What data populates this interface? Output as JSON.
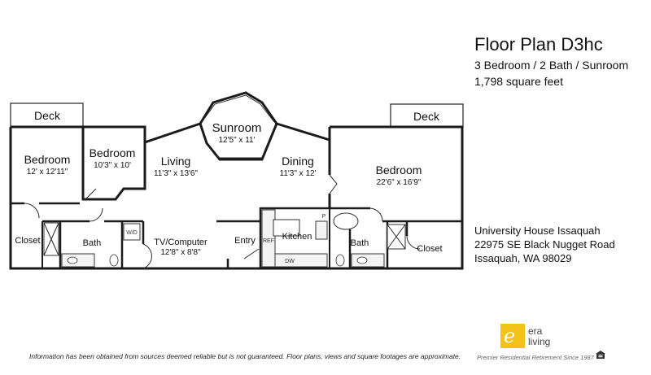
{
  "header": {
    "title": "Floor Plan D3hc",
    "subtitle": "3 Bedroom / 2 Bath / Sunroom",
    "area": "1,798 square feet"
  },
  "rooms": {
    "deck_left": "Deck",
    "deck_right": "Deck",
    "bedroom_left": {
      "name": "Bedroom",
      "dims": "12' x 12'11\""
    },
    "bedroom_mid": {
      "name": "Bedroom",
      "dims": "10'3\" x 10'"
    },
    "living": {
      "name": "Living",
      "dims": "11'3\" x 13'6\""
    },
    "sunroom": {
      "name": "Sunroom",
      "dims": "12'5\" x 11'"
    },
    "dining": {
      "name": "Dining",
      "dims": "11'3\" x 12'"
    },
    "bedroom_right": {
      "name": "Bedroom",
      "dims": "22'6\" x 16'9\""
    },
    "closet_left": "Closet",
    "bath_left": "Bath",
    "wd": "W/D",
    "tv_computer": {
      "name": "TV/Computer",
      "dims": "12'8\" x 8'8\""
    },
    "entry": "Entry",
    "kitchen": "Kitchen",
    "ref": "REF",
    "dw": "DW",
    "pantry": "P",
    "bath_right": "Bath",
    "closet_right": "Closet"
  },
  "address": {
    "line1": "University House Issaquah",
    "line2": "22975 SE Black Nugget Road",
    "line3": "Issaquah, WA 98029"
  },
  "footer": {
    "disclaimer": "Information has been obtained from sources deemed reliable but is not guaranteed. Floor plans, views and square footages are approximate.",
    "tagline": "Premier Residential Retirement Since 1987"
  },
  "brand": {
    "mark": "e",
    "name_line1": "era",
    "name_line2": "living",
    "color": "#f2c21a"
  },
  "icons": {
    "logo": "era-living-logo-icon",
    "equal_housing": "equal-housing-icon"
  }
}
